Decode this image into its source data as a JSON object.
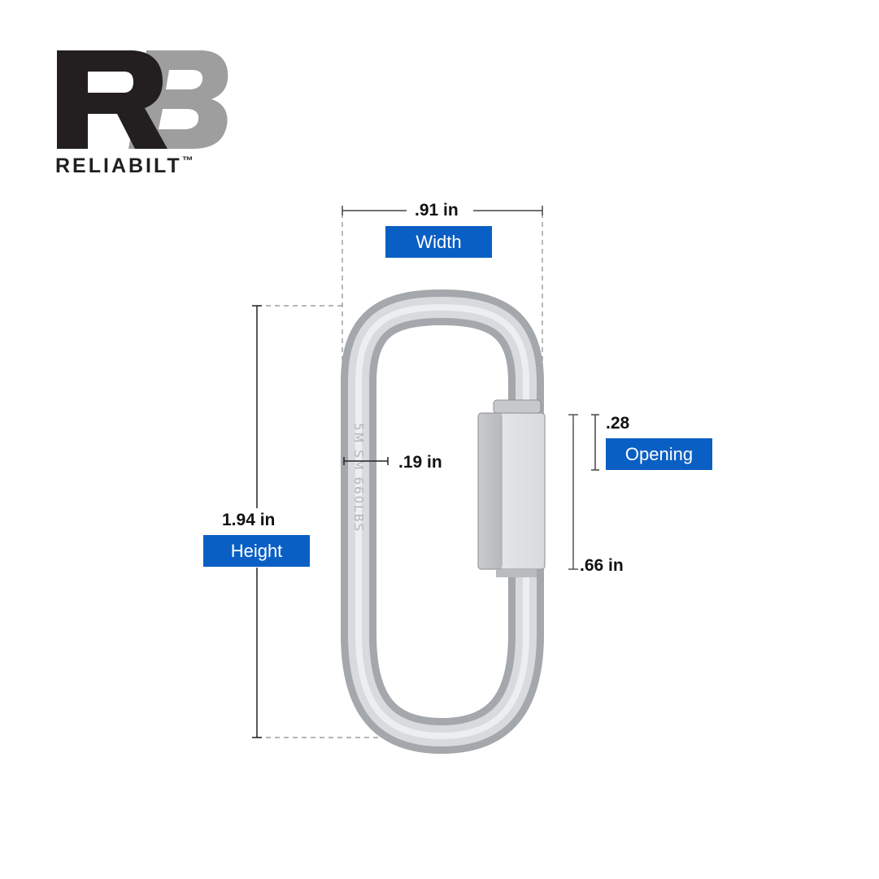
{
  "brand": {
    "monogram": "RB",
    "name": "RELIABILT",
    "trademark": "™",
    "colors": {
      "r": "#231f20",
      "b": "#9e9e9e"
    }
  },
  "product": {
    "type": "quick link",
    "engraving": "5M SM 660LBS"
  },
  "dimensions": {
    "width": {
      "value": ".91 in",
      "label": "Width"
    },
    "height": {
      "value": "1.94 in",
      "label": "Height"
    },
    "opening": {
      "value": ".28",
      "label": "Opening"
    },
    "nut": {
      "value": ".66 in"
    },
    "wire": {
      "value": ".19 in"
    }
  },
  "colors": {
    "label_bg": "#0a5fc4",
    "label_text": "#ffffff",
    "dim_line": "#333333",
    "guide_line": "#888888"
  }
}
